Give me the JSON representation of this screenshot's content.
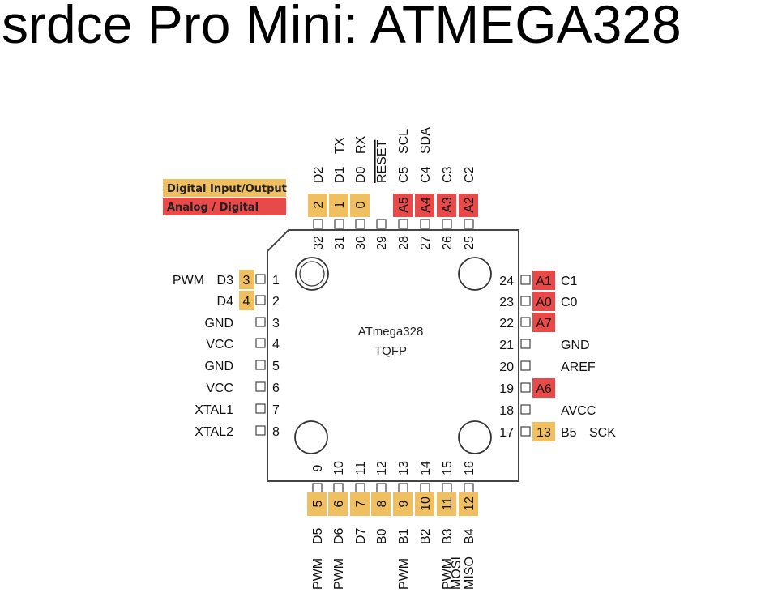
{
  "title": "srdce Pro Mini: ATMEGA328",
  "colors": {
    "digital": "#f0c060",
    "analog": "#e84a4a",
    "outline": "#444444"
  },
  "legend": [
    {
      "label": "Digital Input/Output",
      "kind": "digital"
    },
    {
      "label": "Analog / Digital",
      "kind": "analog"
    }
  ],
  "chip": {
    "name": "ATmega328",
    "package": "TQFP"
  },
  "pins": {
    "left": [
      {
        "num": "1",
        "label": "D3",
        "extra": "PWM",
        "arduino": "3",
        "kind": "digital"
      },
      {
        "num": "2",
        "label": "D4",
        "extra": "",
        "arduino": "4",
        "kind": "digital"
      },
      {
        "num": "3",
        "label": "GND",
        "extra": "",
        "arduino": "",
        "kind": ""
      },
      {
        "num": "4",
        "label": "VCC",
        "extra": "",
        "arduino": "",
        "kind": ""
      },
      {
        "num": "5",
        "label": "GND",
        "extra": "",
        "arduino": "",
        "kind": ""
      },
      {
        "num": "6",
        "label": "VCC",
        "extra": "",
        "arduino": "",
        "kind": ""
      },
      {
        "num": "7",
        "label": "XTAL1",
        "extra": "",
        "arduino": "",
        "kind": ""
      },
      {
        "num": "8",
        "label": "XTAL2",
        "extra": "",
        "arduino": "",
        "kind": ""
      }
    ],
    "right": [
      {
        "num": "24",
        "label": "C1",
        "extra": "",
        "arduino": "A1",
        "kind": "analog"
      },
      {
        "num": "23",
        "label": "C0",
        "extra": "",
        "arduino": "A0",
        "kind": "analog"
      },
      {
        "num": "22",
        "label": "",
        "extra": "",
        "arduino": "A7",
        "kind": "analog"
      },
      {
        "num": "21",
        "label": "GND",
        "extra": "",
        "arduino": "",
        "kind": ""
      },
      {
        "num": "20",
        "label": "AREF",
        "extra": "",
        "arduino": "",
        "kind": ""
      },
      {
        "num": "19",
        "label": "",
        "extra": "",
        "arduino": "A6",
        "kind": "analog"
      },
      {
        "num": "18",
        "label": "AVCC",
        "extra": "",
        "arduino": "",
        "kind": ""
      },
      {
        "num": "17",
        "label": "B5",
        "extra": "SCK",
        "arduino": "13",
        "kind": "digital"
      }
    ],
    "top": [
      {
        "num": "32",
        "label": "D2",
        "extra": [],
        "arduino": "2",
        "kind": "digital"
      },
      {
        "num": "31",
        "label": "D1",
        "extra": [
          "TX"
        ],
        "arduino": "1",
        "kind": "digital"
      },
      {
        "num": "30",
        "label": "D0",
        "extra": [
          "RX"
        ],
        "arduino": "0",
        "kind": "digital"
      },
      {
        "num": "29",
        "label": "RESET",
        "extra": [],
        "arduino": "",
        "kind": "",
        "overline": true
      },
      {
        "num": "28",
        "label": "C5",
        "extra": [
          "SCL"
        ],
        "arduino": "A5",
        "kind": "analog"
      },
      {
        "num": "27",
        "label": "C4",
        "extra": [
          "SDA"
        ],
        "arduino": "A4",
        "kind": "analog"
      },
      {
        "num": "26",
        "label": "C3",
        "extra": [],
        "arduino": "A3",
        "kind": "analog"
      },
      {
        "num": "25",
        "label": "C2",
        "extra": [],
        "arduino": "A2",
        "kind": "analog"
      }
    ],
    "bottom": [
      {
        "num": "9",
        "label": "D5",
        "extra": [
          "PWM"
        ],
        "arduino": "5",
        "kind": "digital"
      },
      {
        "num": "10",
        "label": "D6",
        "extra": [
          "PWM"
        ],
        "arduino": "6",
        "kind": "digital"
      },
      {
        "num": "11",
        "label": "D7",
        "extra": [],
        "arduino": "7",
        "kind": "digital"
      },
      {
        "num": "12",
        "label": "B0",
        "extra": [],
        "arduino": "8",
        "kind": "digital"
      },
      {
        "num": "13",
        "label": "B1",
        "extra": [
          "PWM"
        ],
        "arduino": "9",
        "kind": "digital"
      },
      {
        "num": "14",
        "label": "B2",
        "extra": [],
        "arduino": "10",
        "kind": "digital"
      },
      {
        "num": "15",
        "label": "B3",
        "extra": [
          "PWM",
          "MOSI"
        ],
        "arduino": "11",
        "kind": "digital"
      },
      {
        "num": "16",
        "label": "B4",
        "extra": [
          "MISO"
        ],
        "arduino": "12",
        "kind": "digital"
      }
    ]
  }
}
